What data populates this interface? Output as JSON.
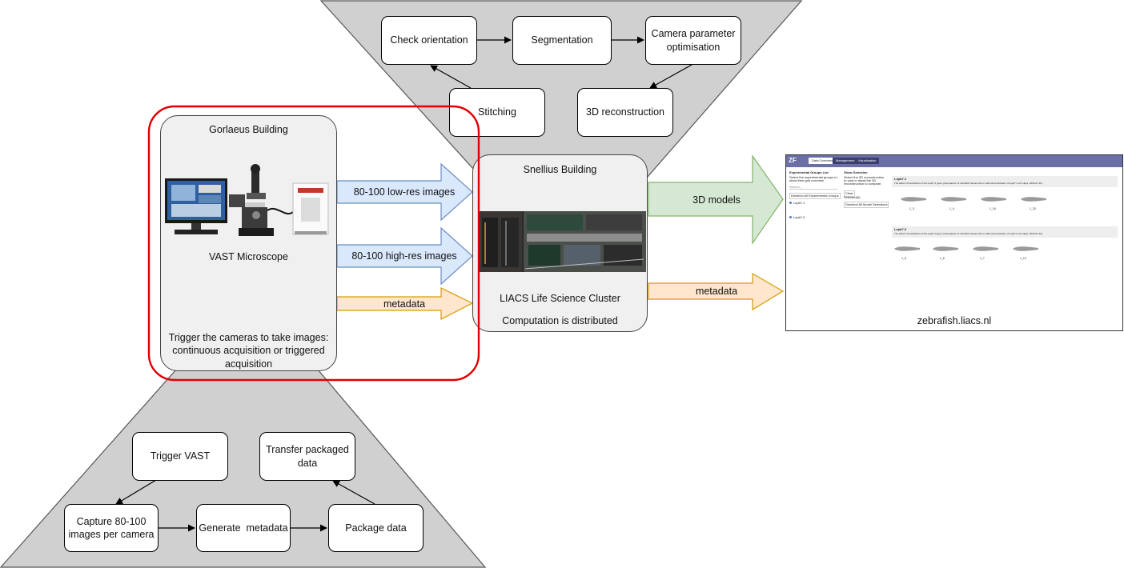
{
  "top_pipeline": {
    "check_orientation": "Check orientation",
    "segmentation": "Segmentation",
    "camera_parameter": "Camera parameter optimisation",
    "stitching": "Stitching",
    "reconstruction": "3D reconstruction"
  },
  "gorlaeus": {
    "title": "Gorlaeus Building",
    "device_label": "VAST Microscope",
    "trigger_text": "Trigger the cameras to take images: continuous acquisition or triggered acquisition"
  },
  "snellius": {
    "title": "Snellius Building",
    "cluster_label": "LIACS Life Science Cluster",
    "computation_label": "Computation is distributed"
  },
  "arrows": {
    "low_res": "80-100 low-res images",
    "high_res": "80-100 high-res images",
    "metadata_in": "metadata",
    "models": "3D models",
    "metadata_out": "metadata"
  },
  "website": {
    "url_label": "zebrafish.liacs.nl",
    "logo": "ZF",
    "tabs": [
      "Data Overview",
      "Management",
      "Visualisation"
    ],
    "groups_heading": "Experimental Groups List",
    "groups_desc": "Select the experimental groups to show their grid overview",
    "search_placeholder": "Search...",
    "groups_button": "Deselect All Experimental Groups",
    "group_items": [
      "Lepb7.1",
      "Lepb7.0"
    ],
    "selection_heading": "Show Selection",
    "selection_desc": "Select the 3D reconstruction to view in detail the 3D reconstruction to compare.",
    "clear_button": "Clear",
    "selected_label": "Selected(0)",
    "deselect_models_button": "Deselect All Model Selections",
    "panels": [
      {
        "title": "Lepb7.1",
        "desc": "The effect of knockdown of the Lepb7.1 gene (Comparison of zebrafish larvae with or without knockdown of Lepb7.1 at 5 days, 2020-07-10)",
        "thumbs": [
          "1_3",
          "1_4",
          "1_16",
          "1_20"
        ]
      },
      {
        "title": "Lepb7.0",
        "desc": "The effect of knockdown of the Lepb7.0 gene (Comparison of zebrafish larvae with or without knockdown of Lepb7.0 at 5 days, 2020-07-10)",
        "thumbs": [
          "1_5",
          "1_6",
          "1_7",
          "1_10"
        ]
      }
    ]
  },
  "bottom_pipeline": {
    "trigger_vast": "Trigger VAST",
    "transfer": "Transfer packaged data",
    "capture": "Capture 80-100 images per camera",
    "generate": "Generate  metadata",
    "package": "Package data"
  },
  "colors": {
    "funnel_fill": "#d0d0d0",
    "panel_fill": "#f0f0f0",
    "blue_arrow_fill": "#dae8fc",
    "blue_arrow_stroke": "#6c8ebf",
    "orange_arrow_fill": "#ffe6cc",
    "orange_arrow_stroke": "#d79b00",
    "green_arrow_fill": "#d5e8d4",
    "green_arrow_stroke": "#82b366",
    "highlight_red": "#e00000",
    "web_header": "#6a6fa6"
  }
}
